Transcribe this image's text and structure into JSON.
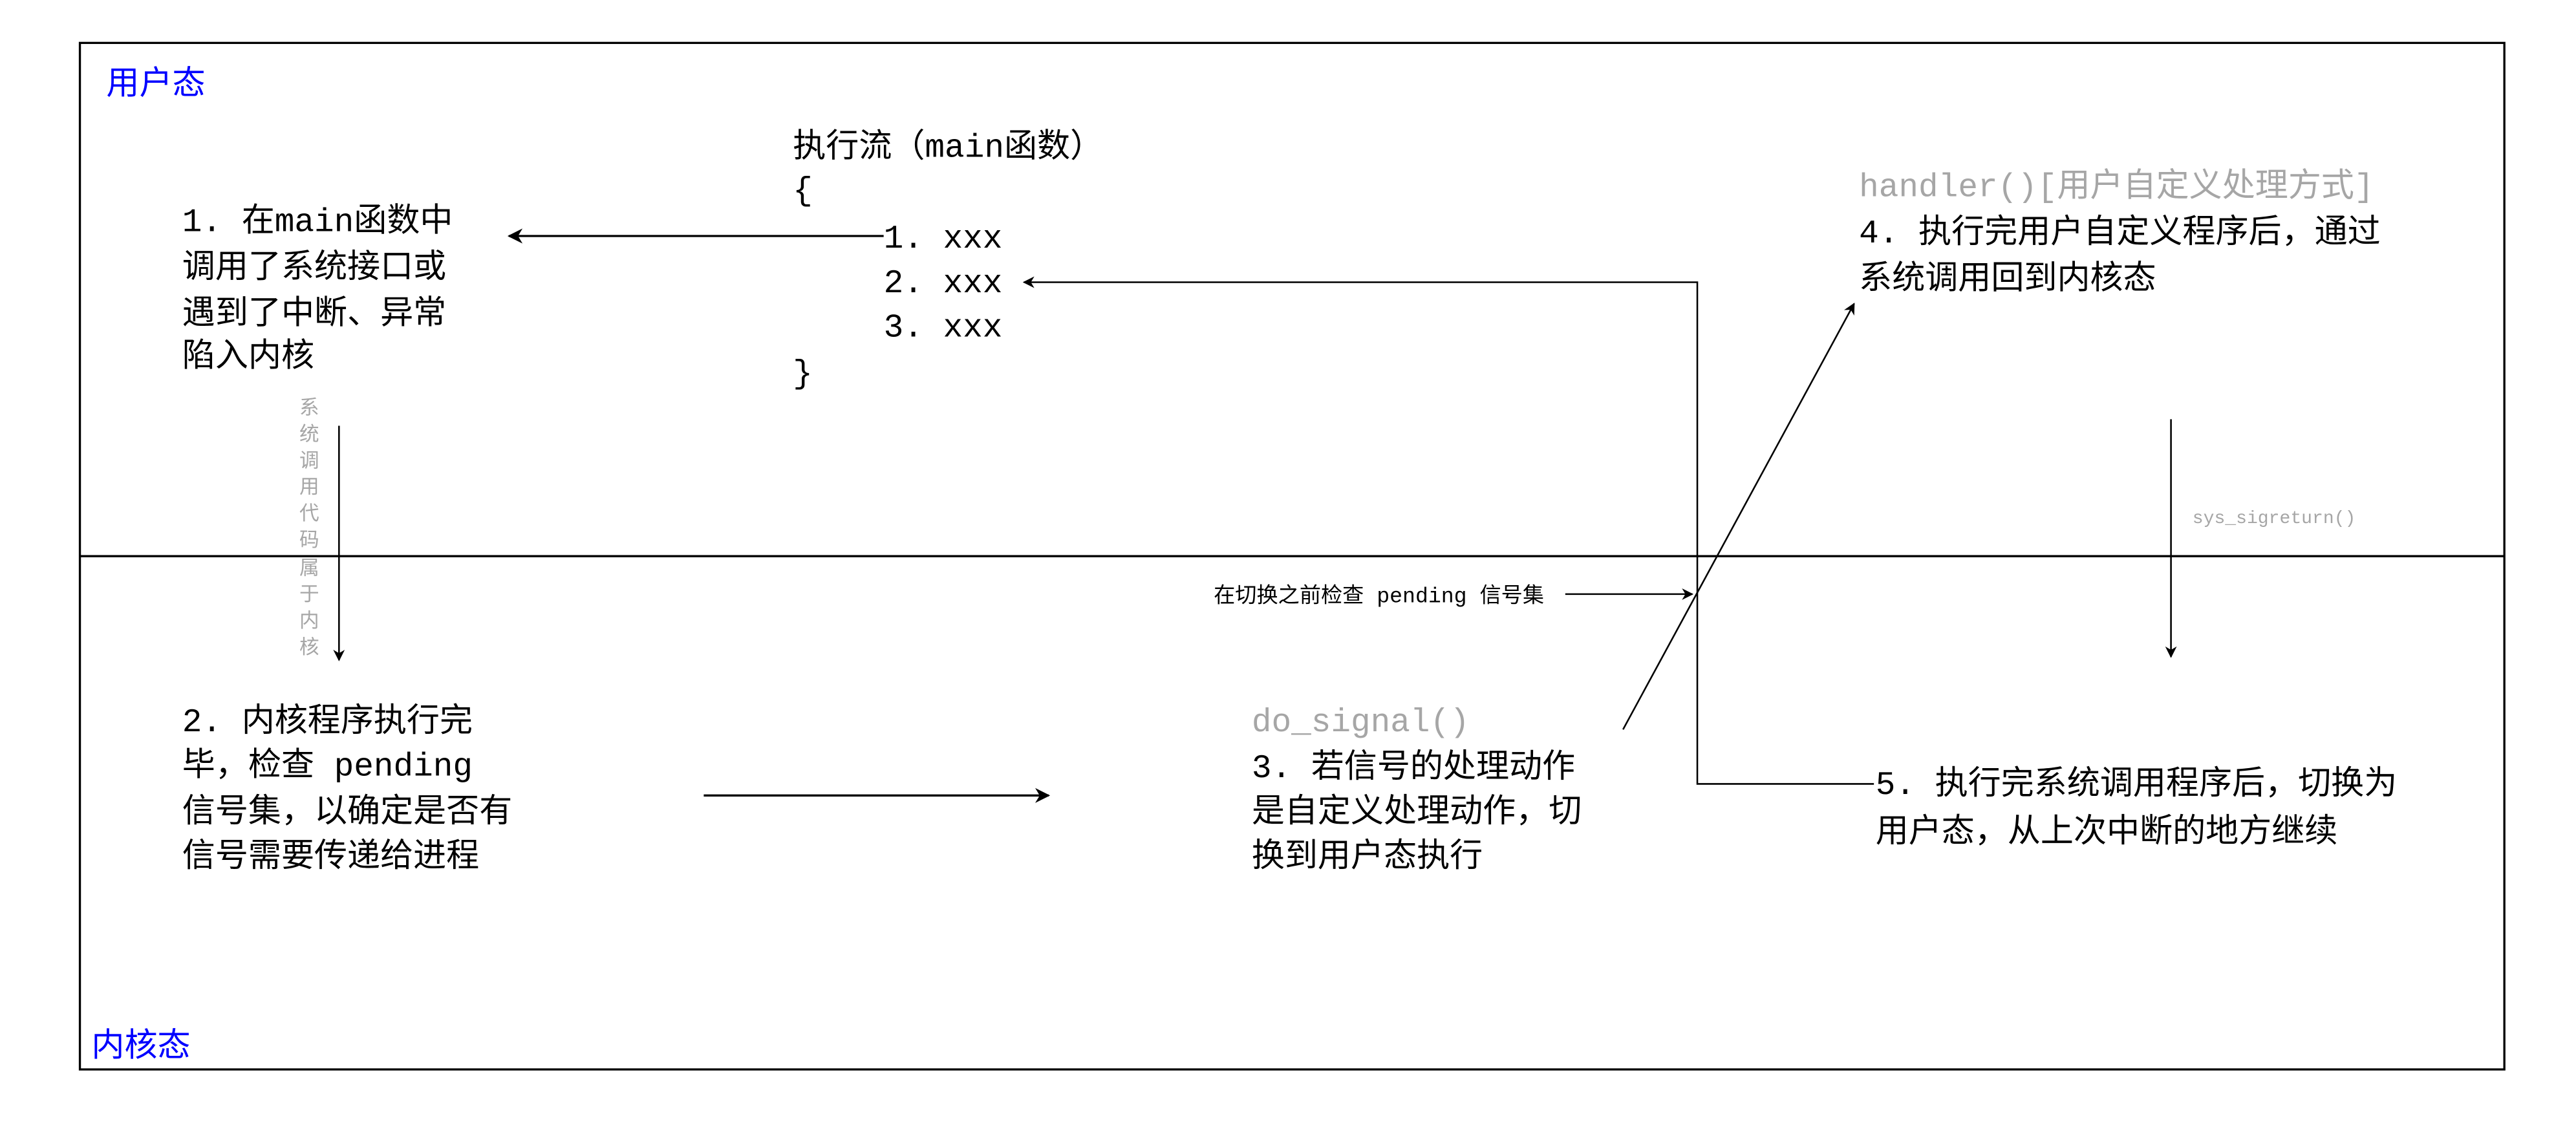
{
  "regions": {
    "user_mode": "用户态",
    "kernel_mode": "内核态"
  },
  "colors": {
    "region_label": "#0000ff",
    "function_label": "#a6a6a6",
    "text": "#000000"
  },
  "exec_flow": {
    "title": "执行流（main函数）",
    "open_brace": "{",
    "steps": [
      "1. xxx",
      "2. xxx",
      "3. xxx"
    ],
    "close_brace": "}"
  },
  "step1": {
    "lines": [
      "1. 在main函数中",
      "调用了系统接口或",
      "遇到了中断、异常",
      "陷入内核"
    ]
  },
  "syscall_note": [
    "系",
    "统",
    "调",
    "用",
    "代",
    "码",
    "属",
    "于",
    "内",
    "核"
  ],
  "step2": {
    "lines": [
      "2. 内核程序执行完",
      "毕，检查 pending",
      "信号集，以确定是否有",
      "信号需要传递给进程"
    ]
  },
  "check_note": "在切换之前检查 pending 信号集",
  "step3": {
    "func": "do_signal()",
    "lines": [
      "3. 若信号的处理动作",
      "是自定义处理动作，切",
      "换到用户态执行"
    ]
  },
  "step4": {
    "func": "handler()[用户自定义处理方式]",
    "lines": [
      "4. 执行完用户自定义程序后，通过",
      "系统调用回到内核态"
    ]
  },
  "sigreturn": "sys_sigreturn()",
  "step5": {
    "lines": [
      "5. 执行完系统调用程序后，切换为",
      "用户态，从上次中断的地方继续"
    ]
  }
}
